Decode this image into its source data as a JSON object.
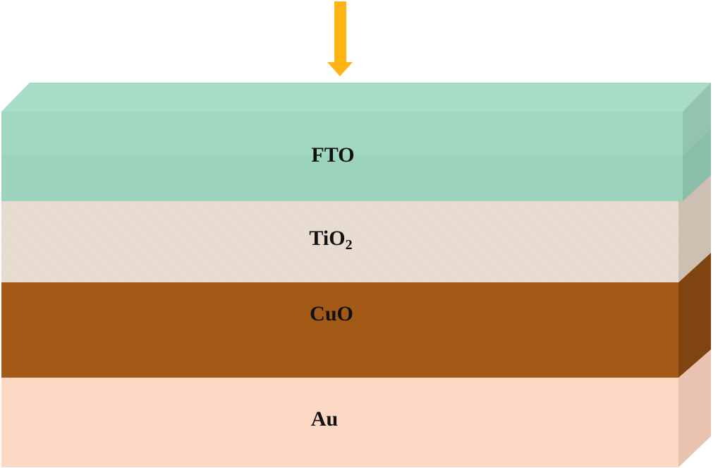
{
  "diagram": {
    "layers": [
      {
        "id": "fto",
        "label": "FTO",
        "subscript": "",
        "front_color": "#a2d8c2",
        "side_color": "#93c4ae",
        "top_color": "#a9dcc7"
      },
      {
        "id": "tio2",
        "label": "TiO",
        "subscript": "2",
        "front_color": "#e8dcd0",
        "side_color": "#cdbfb2",
        "top_color": "#ece3d9"
      },
      {
        "id": "cuo",
        "label": "CuO",
        "subscript": "",
        "front_color": "#a25a16",
        "side_color": "#7f4410",
        "top_color": "#a8601c"
      },
      {
        "id": "au",
        "label": "Au",
        "subscript": "",
        "front_color": "#fbd9c5",
        "side_color": "#e9c3b0",
        "top_color": "#fbdcc9"
      }
    ],
    "arrow": {
      "icon": "down-arrow-icon",
      "color": "#ffb414"
    }
  }
}
